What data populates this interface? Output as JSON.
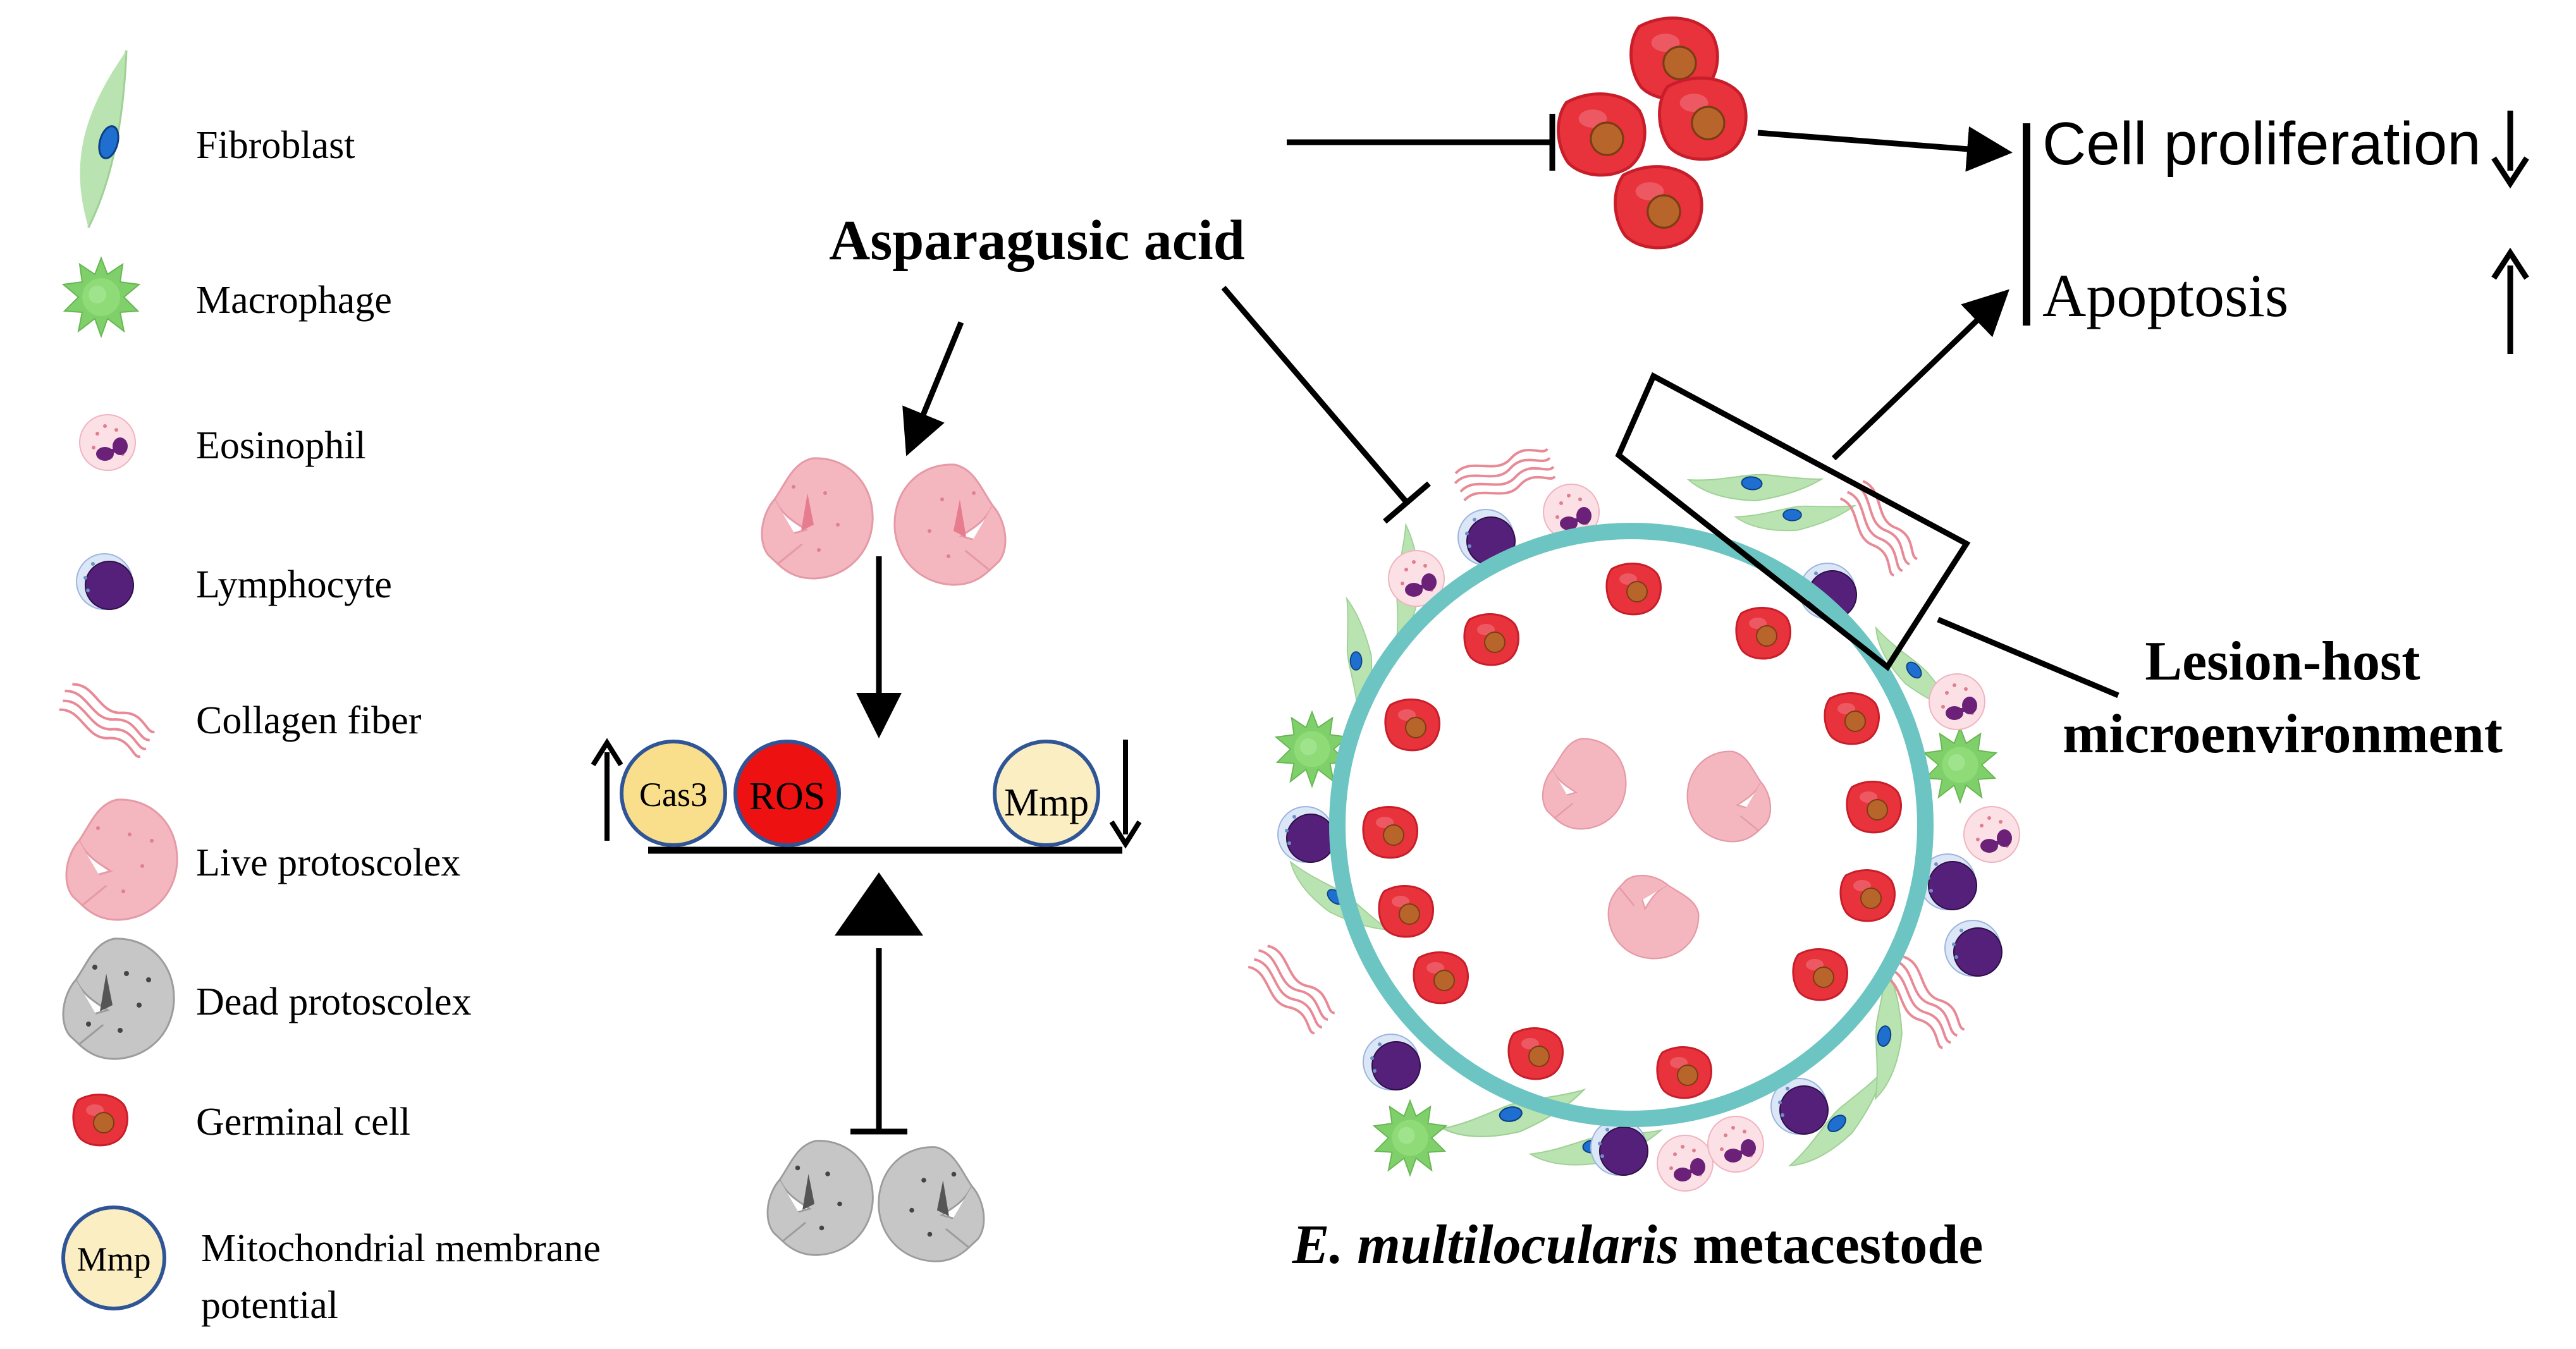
{
  "legend": {
    "fibroblast": "Fibroblast",
    "macrophage": "Macrophage",
    "eosinophil": "Eosinophil",
    "lymphocyte": "Lymphocyte",
    "collagen_fiber": "Collagen fiber",
    "live_protoscolex": "Live protoscolex",
    "dead_protoscolex": "Dead protoscolex",
    "germinal_cell": "Germinal cell",
    "mmp_icon": "Mmp",
    "mmp_line1": "Mitochondrial membrane",
    "mmp_line2": "potential"
  },
  "center": {
    "compound": "Asparagusic acid",
    "cas3": "Cas3",
    "ros": "ROS",
    "mmp": "Mmp"
  },
  "outcomes": {
    "proliferation": "Cell proliferation",
    "apoptosis": "Apoptosis",
    "down_arrow": "↓",
    "up_arrow": "↑"
  },
  "lesion": {
    "line1": "Lesion-host",
    "line2": "microenvironment"
  },
  "metacestode": {
    "species": "E. multilocularis",
    "label": "metacestode"
  },
  "colors": {
    "fibroblast": "#b9e3b0",
    "nucleus_blue": "#1f6fd1",
    "macrophage": "#7fcf6b",
    "germinal_cell": "#e8323c",
    "germinal_nucleus": "#b8652b",
    "live_protoscolex": "#f4b6bf",
    "dead_protoscolex": "#c6c6c6",
    "lymphocyte": "#55207a",
    "cyst_ring": "#6cc5c2",
    "ros": "#ee1111",
    "cas3": "#f9de8c",
    "mmp": "#fbeec2",
    "mmp_border": "#2f5597",
    "collagen": "#e88a96"
  }
}
